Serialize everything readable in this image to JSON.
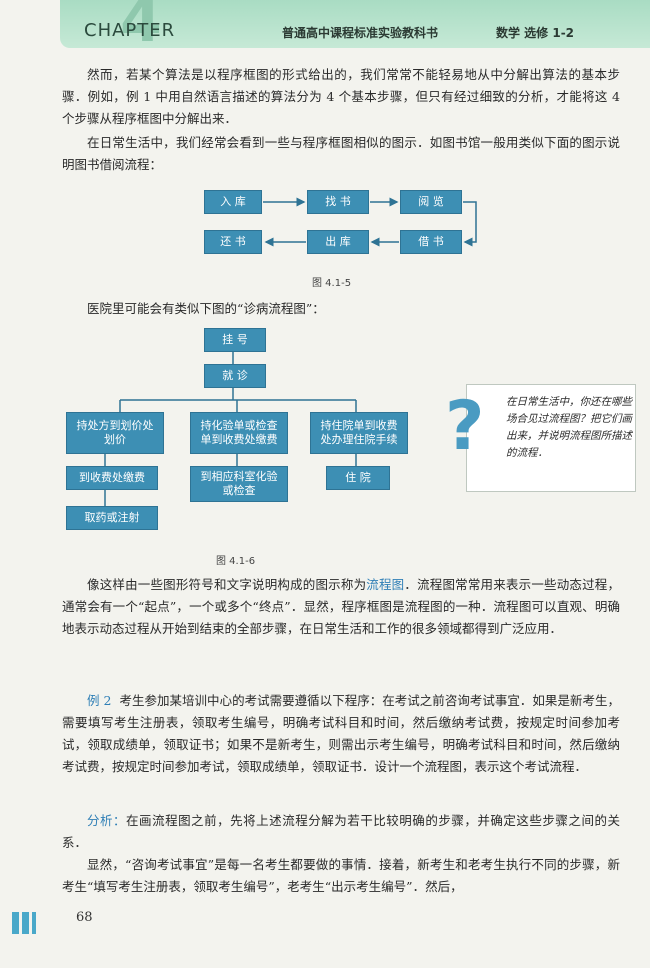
{
  "header": {
    "chapter_label": "CHAPTER",
    "chapter_number": "4",
    "series": "普通高中课程标准实验教科书",
    "subject": "数学  选修 1-2"
  },
  "paragraphs": {
    "p1": "然而，若某个算法是以程序框图的形式给出的，我们常常不能轻易地从中分解出算法的基本步骤．例如，例 1 中用自然语言描述的算法分为 4 个基本步骤，但只有经过细致的分析，才能将这 4 个步骤从程序框图中分解出来．",
    "p2": "在日常生活中，我们经常会看到一些与程序框图相似的图示．如图书馆一般用类似下面的图示说明图书借阅流程：",
    "p3": "医院里可能会有类似下图的“诊病流程图”：",
    "p4_before": "像这样由一些图形符号和文字说明构成的图示称为",
    "p4_term": "流程图",
    "p4_after": "．流程图常常用来表示一些动态过程，通常会有一个“起点”，一个或多个“终点”．显然，程序框图是流程图的一种．流程图可以直观、明确地表示动态过程从开始到结束的全部步骤，在日常生活和工作的很多领域都得到广泛应用．",
    "ex_label": "例 2",
    "ex_text": "考生参加某培训中心的考试需要遵循以下程序：在考试之前咨询考试事宜．如果是新考生，需要填写考生注册表，领取考生编号，明确考试科目和时间，然后缴纳考试费，按规定时间参加考试，领取成绩单，领取证书；如果不是新考生，则需出示考生编号，明确考试科目和时间，然后缴纳考试费，按规定时间参加考试，领取成绩单，领取证书．设计一个流程图，表示这个考试流程．",
    "analysis_label": "分析：",
    "analysis_text": "在画流程图之前，先将上述流程分解为若干比较明确的步骤，并确定这些步骤之间的关系．",
    "p_last": "显然，“咨询考试事宜”是每一名考生都要做的事情．接着，新考生和老考生执行不同的步骤，新考生“填写考生注册表，领取考生编号”，老考生“出示考生编号”．然后，"
  },
  "library_flow": {
    "caption": "图 4.1-5",
    "steps": [
      "入 库",
      "找 书",
      "阅 览",
      "借 书",
      "出 库",
      "还 书"
    ]
  },
  "hospital_flow": {
    "caption": "图 4.1-6",
    "register": "挂 号",
    "consult": "就 诊",
    "branch1": [
      "持处方到划价处划价",
      "到收费处缴费",
      "取药或注射"
    ],
    "branch2": [
      "持化验单或检查单到收费处缴费",
      "到相应科室化验或检查"
    ],
    "branch3": [
      "持住院单到收费处办理住院手续",
      "住 院"
    ]
  },
  "note": {
    "text": "在日常生活中，你还在哪些场合见过流程图？把它们画出来，并说明流程图所描述的流程．"
  },
  "page_number": "68",
  "colors": {
    "box": "#3d8fb4",
    "accent": "#2f7fb6",
    "header": "#b4e2cb"
  }
}
